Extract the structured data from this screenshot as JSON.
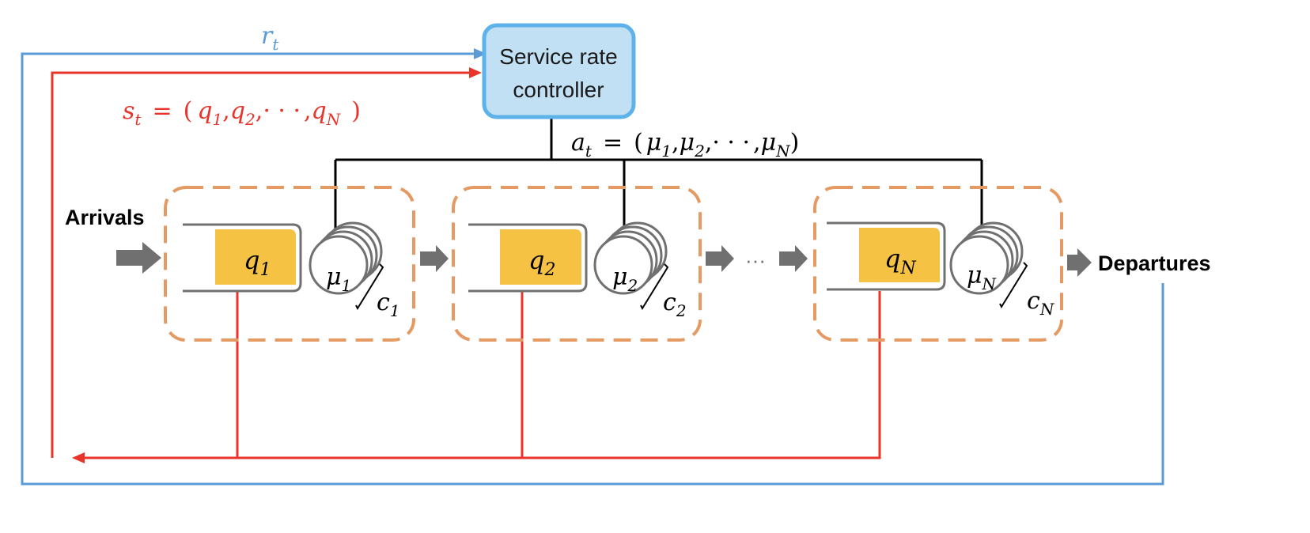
{
  "controller": {
    "line1": "Service rate",
    "line2": "controller"
  },
  "reward": {
    "sym": "r",
    "sub": "t"
  },
  "state": {
    "lhs_sym": "s",
    "lhs_sub": "t",
    "eq": "=",
    "open": "(",
    "q": "q",
    "sub1": "1",
    "sub2": "2",
    "subN": "N",
    "comma": ",",
    "dots": "· · ·",
    "close": ")"
  },
  "action": {
    "lhs_sym": "a",
    "lhs_sub": "t",
    "eq": "=",
    "open": "(",
    "mu": "μ",
    "sub1": "1",
    "sub2": "2",
    "subN": "N",
    "comma": ",",
    "dots": "· · ·",
    "close": ")"
  },
  "arrivals_label": "Arrivals",
  "departures_label": "Departures",
  "ellipsis": "···",
  "stations": [
    {
      "queue_sym": "q",
      "queue_sub": "1",
      "server_sym": "μ",
      "server_sub": "1",
      "count_sym": "c",
      "count_sub": "1"
    },
    {
      "queue_sym": "q",
      "queue_sub": "2",
      "server_sym": "μ",
      "server_sub": "2",
      "count_sym": "c",
      "count_sub": "2"
    },
    {
      "queue_sym": "q",
      "queue_sub": "N",
      "server_sym": "μ",
      "server_sub": "N",
      "count_sym": "c",
      "count_sub": "N"
    }
  ],
  "colors": {
    "state_line": "#e8342a",
    "reward_line": "#5b9bd5",
    "action_line": "#000000",
    "controller_fill": "#c2e0f4",
    "controller_border": "#5db2ea",
    "station_border": "#e59a64",
    "queue_fill": "#f6c244",
    "flow_arrow": "#707070",
    "server_stroke": "#707070"
  }
}
